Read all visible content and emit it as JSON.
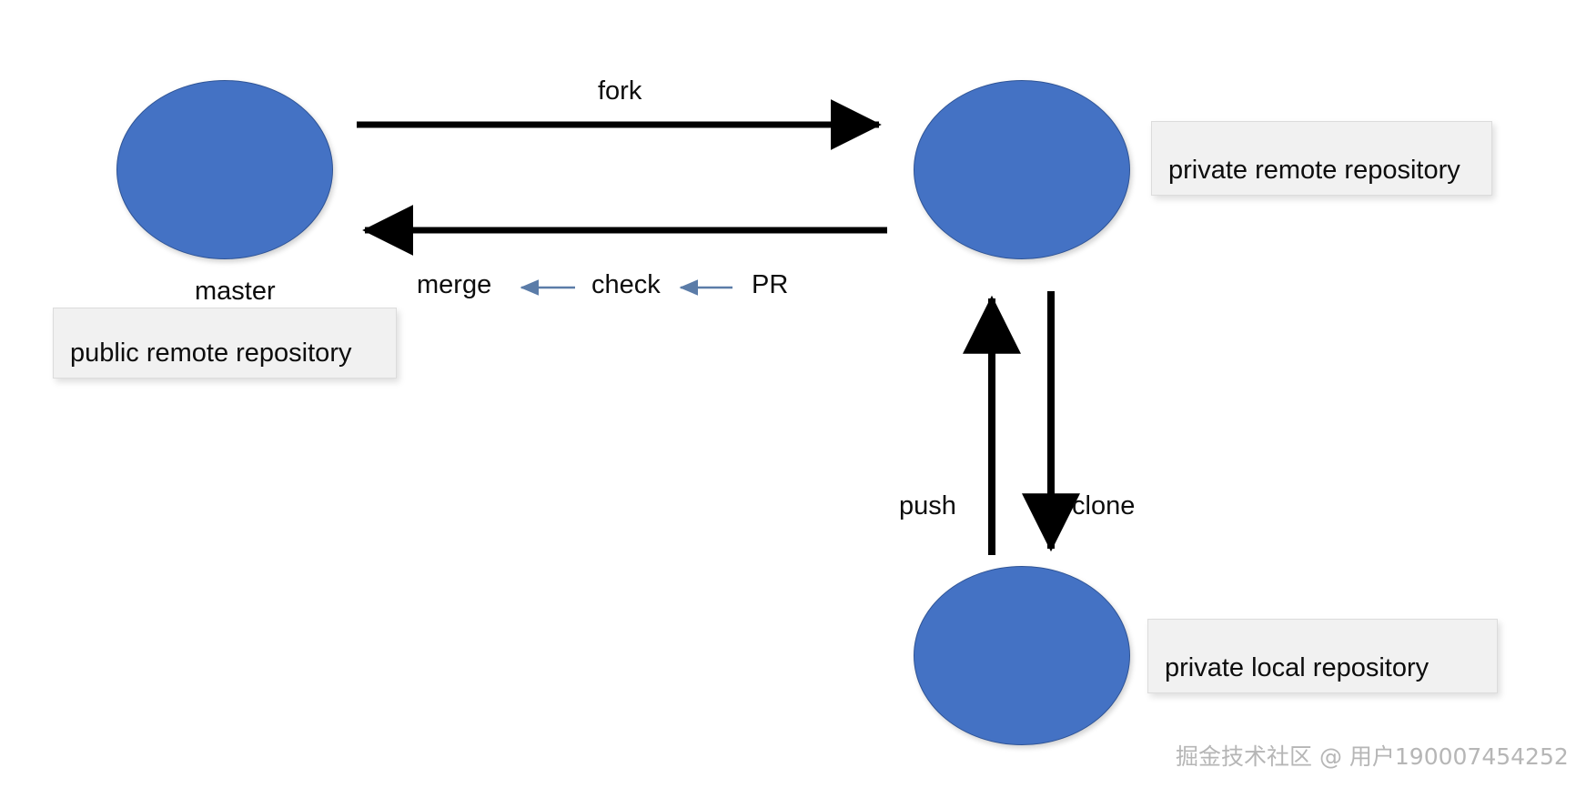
{
  "diagram": {
    "title": "git fork workflow diagram",
    "colors": {
      "node_fill": "#4472C4",
      "node_stroke": "#2F5496",
      "label_box_bg": "#f1f1f1",
      "label_box_border": "#dcdcdc",
      "arrow_main": "#000000",
      "arrow_thin": "#5b7ca8",
      "text": "#0d0d0d",
      "watermark": "#b6b6b6"
    },
    "nodes": [
      {
        "id": "master",
        "caption": "master",
        "box_label": "public remote repository"
      },
      {
        "id": "private-remote",
        "caption": "",
        "box_label": "private remote repository"
      },
      {
        "id": "private-local",
        "caption": "",
        "box_label": "private local repository"
      }
    ],
    "edges": [
      {
        "id": "fork",
        "label": "fork",
        "from": "master",
        "to": "private-remote",
        "direction": "right",
        "style": "thick"
      },
      {
        "id": "merge",
        "label": "merge",
        "from": "private-remote",
        "to": "master",
        "direction": "left",
        "style": "thick"
      },
      {
        "id": "push",
        "label": "push",
        "from": "private-local",
        "to": "private-remote",
        "direction": "up",
        "style": "thick"
      },
      {
        "id": "clone",
        "label": "clone",
        "from": "private-remote",
        "to": "private-local",
        "direction": "down",
        "style": "thick"
      }
    ],
    "review_chain": [
      {
        "id": "merge-step",
        "label": "merge"
      },
      {
        "id": "check-step",
        "label": "check"
      },
      {
        "id": "pr-step",
        "label": "PR"
      }
    ],
    "watermark": "掘金技术社区 @ 用户190007454252"
  }
}
